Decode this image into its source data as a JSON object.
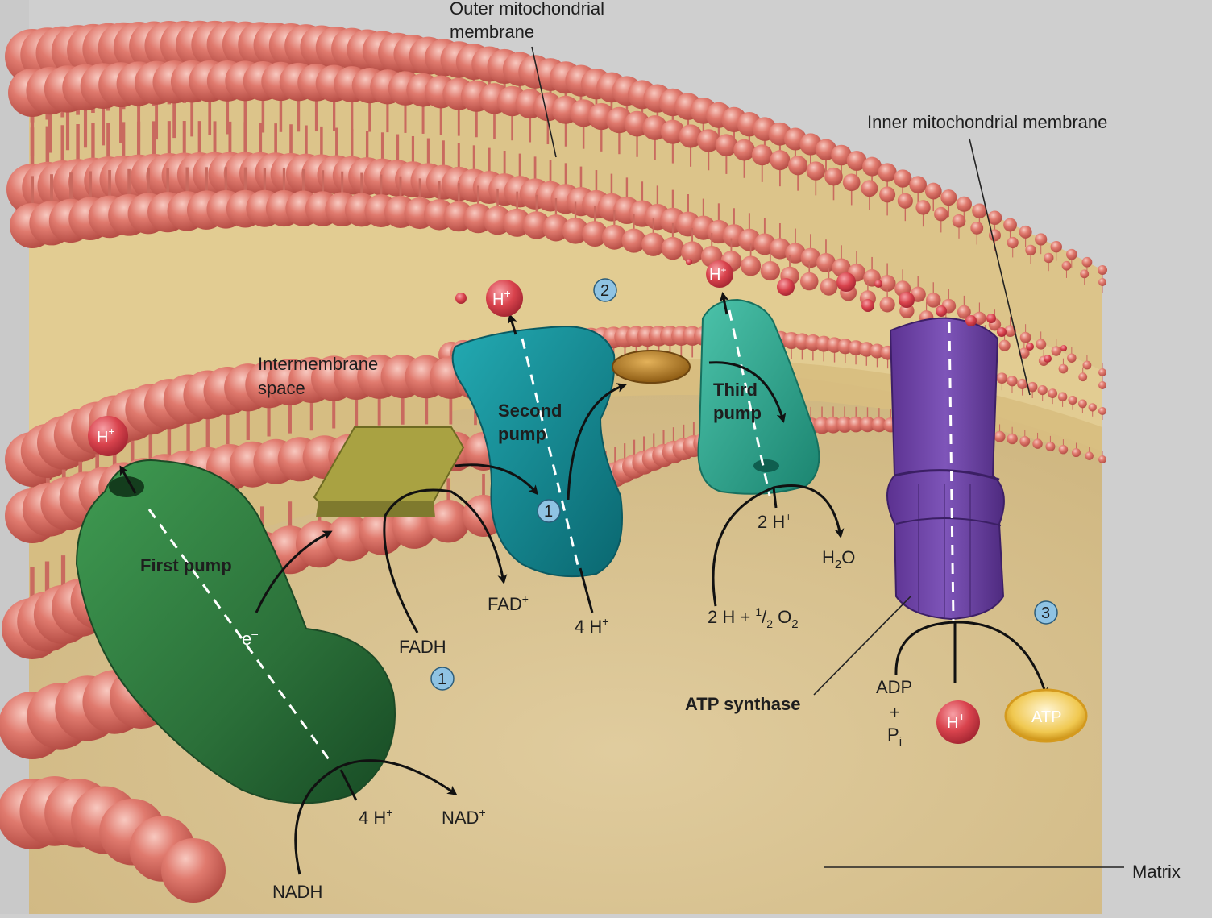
{
  "labels": {
    "outer_membrane_line1": "Outer mitochondrial",
    "outer_membrane_line2": "membrane",
    "inner_membrane": "Inner mitochondrial membrane",
    "intermembrane_line1": "Intermembrane",
    "intermembrane_line2": "space",
    "matrix": "Matrix",
    "first_pump": "First pump",
    "second_pump_line1": "Second",
    "second_pump_line2": "pump",
    "third_pump_line1": "Third",
    "third_pump_line2": "pump",
    "atp_synthase": "ATP synthase",
    "electron": "e",
    "electron_sup": "–",
    "nadh": "NADH",
    "nad_plus": "NAD",
    "fadh": "FADH",
    "fad_plus": "FAD",
    "plus_sup": "+",
    "four_h_first": "4 H",
    "four_h_second": "4 H",
    "two_h_third": "2 H",
    "h2o_h": "H",
    "h2o_sub": "2",
    "h2o_o": "O",
    "half_o2_prefix": "2 H + ",
    "half_o2_num": "1",
    "half_o2_slash": "/",
    "half_o2_den": "2",
    "half_o2_o": " O",
    "half_o2_sub": "2",
    "adp": "ADP",
    "plus_sign": "+",
    "pi_p": "P",
    "pi_sub": "i",
    "atp": "ATP",
    "h_ion": "H",
    "h_ion_sup": "+"
  },
  "steps": {
    "step_1a": "1",
    "step_1b": "1",
    "step_2": "2",
    "step_3": "3"
  },
  "colors": {
    "lipid_head": "#d9695f",
    "membrane_core": "#ddc787",
    "matrix_fill": "#dcc795",
    "first_pump": "#2e7a3c",
    "second_pump": "#138f97",
    "third_pump": "#2aa790",
    "atp_synthase": "#6a3f9c",
    "fad_carrier": "#a9a242",
    "ubiquinone": "#b8831e",
    "proton": "#d9434d",
    "atp_ring": "#e2a92a",
    "step_badge": "#8fc3e3"
  }
}
